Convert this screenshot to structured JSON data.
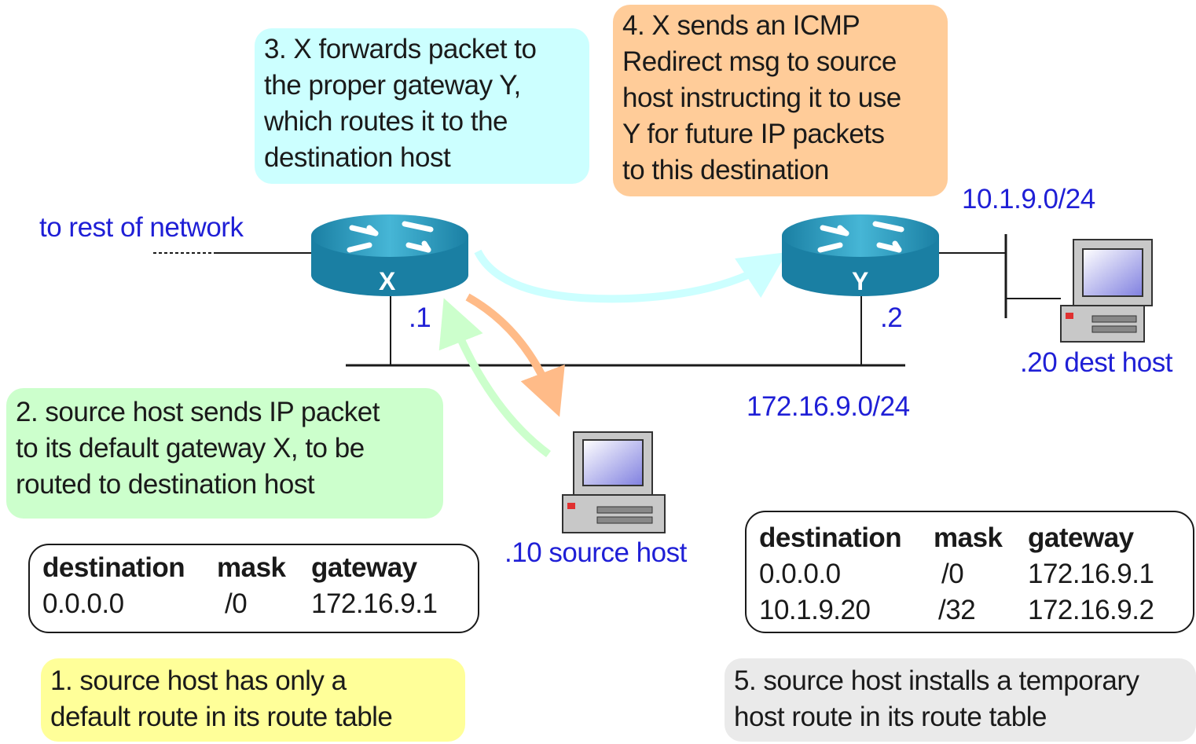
{
  "notes": {
    "step1": [
      "1. source host has only a",
      "default route in its route table"
    ],
    "step2": [
      "2. source host sends IP packet",
      "to its default gateway X, to be",
      "routed to destination host"
    ],
    "step3": [
      "3. X forwards packet to",
      "the proper gateway Y,",
      "which routes it to the",
      "destination host"
    ],
    "step4": [
      "4. X sends an ICMP",
      "Redirect msg to source",
      "host instructing it to use",
      "Y for future IP packets",
      "to this destination"
    ],
    "step5": [
      "5. source host installs a temporary",
      "host route in its route table"
    ]
  },
  "labels": {
    "rest_of_network": "to rest of network",
    "router_x": "X",
    "router_y": "Y",
    "x_addr": ".1",
    "y_addr": ".2",
    "lan_subnet": "172.16.9.0/24",
    "remote_subnet": "10.1.9.0/24",
    "dest_host": ".20 dest host",
    "source_host": ".10 source host"
  },
  "table_before": {
    "headers": [
      "destination",
      "mask",
      "gateway"
    ],
    "rows": [
      [
        "0.0.0.0",
        "/0",
        "172.16.9.1"
      ]
    ]
  },
  "table_after": {
    "headers": [
      "destination",
      "mask",
      "gateway"
    ],
    "rows": [
      [
        "0.0.0.0",
        "/0",
        "172.16.9.1"
      ],
      [
        "10.1.9.20",
        "/32",
        "172.16.9.2"
      ]
    ]
  },
  "colors": {
    "step1": "#ffff99",
    "step2": "#ccffcc",
    "step3": "#ccffff",
    "step4": "#ffcc99",
    "step5": "#eaeaea",
    "label_blue": "#1f1fd6",
    "router": "#1f8fb4"
  }
}
